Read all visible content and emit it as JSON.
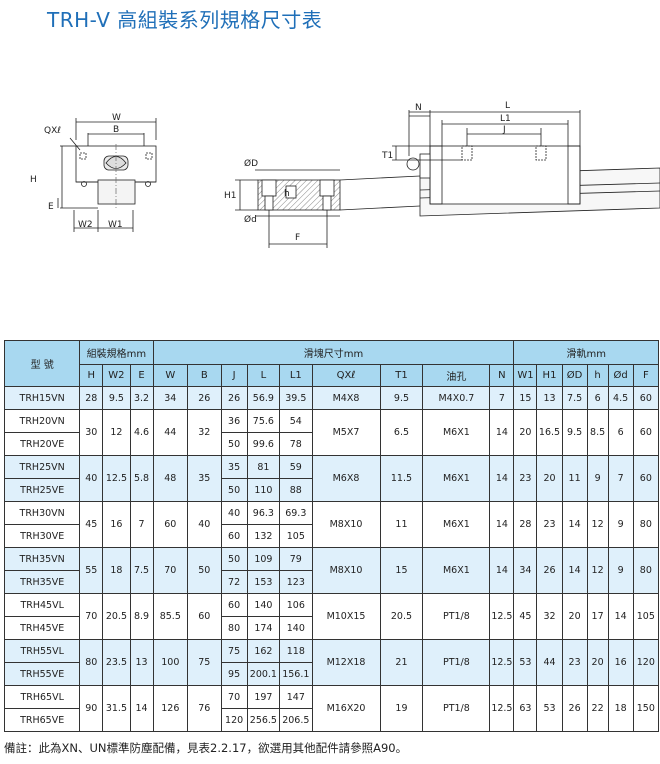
{
  "title": "TRH-V 高組裝系列規格尺寸表",
  "drawing_labels": {
    "W": "W",
    "B": "B",
    "QXl": "QXℓ",
    "H": "H",
    "E": "E",
    "W2": "W2",
    "W1": "W1",
    "OD": "ØD",
    "H1": "H1",
    "h": "h",
    "Od": "Ød",
    "F": "F",
    "N": "N",
    "L": "L",
    "L1": "L1",
    "J": "J",
    "T1": "T1"
  },
  "table": {
    "group_headers": {
      "model": "型  號",
      "assembly": "組裝規格mm",
      "block": "滑塊尺寸mm",
      "rail": "滑軌mm"
    },
    "columns": [
      "H",
      "W2",
      "E",
      "W",
      "B",
      "J",
      "L",
      "L1",
      "QXℓ",
      "T1",
      "油孔",
      "N",
      "W1",
      "H1",
      "ØD",
      "h",
      "Ød",
      "F"
    ],
    "groups": [
      {
        "models": [
          "TRH15VN"
        ],
        "H": "28",
        "W2": "9.5",
        "E": "3.2",
        "W": "34",
        "B": "26",
        "variants": [
          {
            "J": "26",
            "L": "56.9",
            "L1": "39.5"
          }
        ],
        "QX": "M4X8",
        "T1": "9.5",
        "oil": "M4X0.7",
        "N": "7",
        "W1": "15",
        "H1": "13",
        "D": "7.5",
        "h": "6",
        "d": "4.5",
        "F": "60",
        "shade": true
      },
      {
        "models": [
          "TRH20VN",
          "TRH20VE"
        ],
        "H": "30",
        "W2": "12",
        "E": "4.6",
        "W": "44",
        "B": "32",
        "variants": [
          {
            "J": "36",
            "L": "75.6",
            "L1": "54"
          },
          {
            "J": "50",
            "L": "99.6",
            "L1": "78"
          }
        ],
        "QX": "M5X7",
        "T1": "6.5",
        "oil": "M6X1",
        "N": "14",
        "W1": "20",
        "H1": "16.5",
        "D": "9.5",
        "h": "8.5",
        "d": "6",
        "F": "60",
        "shade": false
      },
      {
        "models": [
          "TRH25VN",
          "TRH25VE"
        ],
        "H": "40",
        "W2": "12.5",
        "E": "5.8",
        "W": "48",
        "B": "35",
        "variants": [
          {
            "J": "35",
            "L": "81",
            "L1": "59"
          },
          {
            "J": "50",
            "L": "110",
            "L1": "88"
          }
        ],
        "QX": "M6X8",
        "T1": "11.5",
        "oil": "M6X1",
        "N": "14",
        "W1": "23",
        "H1": "20",
        "D": "11",
        "h": "9",
        "d": "7",
        "F": "60",
        "shade": true
      },
      {
        "models": [
          "TRH30VN",
          "TRH30VE"
        ],
        "H": "45",
        "W2": "16",
        "E": "7",
        "W": "60",
        "B": "40",
        "variants": [
          {
            "J": "40",
            "L": "96.3",
            "L1": "69.3"
          },
          {
            "J": "60",
            "L": "132",
            "L1": "105"
          }
        ],
        "QX": "M8X10",
        "T1": "11",
        "oil": "M6X1",
        "N": "14",
        "W1": "28",
        "H1": "23",
        "D": "14",
        "h": "12",
        "d": "9",
        "F": "80",
        "shade": false
      },
      {
        "models": [
          "TRH35VN",
          "TRH35VE"
        ],
        "H": "55",
        "W2": "18",
        "E": "7.5",
        "W": "70",
        "B": "50",
        "variants": [
          {
            "J": "50",
            "L": "109",
            "L1": "79"
          },
          {
            "J": "72",
            "L": "153",
            "L1": "123"
          }
        ],
        "QX": "M8X10",
        "T1": "15",
        "oil": "M6X1",
        "N": "14",
        "W1": "34",
        "H1": "26",
        "D": "14",
        "h": "12",
        "d": "9",
        "F": "80",
        "shade": true
      },
      {
        "models": [
          "TRH45VL",
          "TRH45VE"
        ],
        "H": "70",
        "W2": "20.5",
        "E": "8.9",
        "W": "85.5",
        "B": "60",
        "variants": [
          {
            "J": "60",
            "L": "140",
            "L1": "106"
          },
          {
            "J": "80",
            "L": "174",
            "L1": "140"
          }
        ],
        "QX": "M10X15",
        "T1": "20.5",
        "oil": "PT1/8",
        "N": "12.5",
        "W1": "45",
        "H1": "32",
        "D": "20",
        "h": "17",
        "d": "14",
        "F": "105",
        "shade": false
      },
      {
        "models": [
          "TRH55VL",
          "TRH55VE"
        ],
        "H": "80",
        "W2": "23.5",
        "E": "13",
        "W": "100",
        "B": "75",
        "variants": [
          {
            "J": "75",
            "L": "162",
            "L1": "118"
          },
          {
            "J": "95",
            "L": "200.1",
            "L1": "156.1"
          }
        ],
        "QX": "M12X18",
        "T1": "21",
        "oil": "PT1/8",
        "N": "12.5",
        "W1": "53",
        "H1": "44",
        "D": "23",
        "h": "20",
        "d": "16",
        "F": "120",
        "shade": true
      },
      {
        "models": [
          "TRH65VL",
          "TRH65VE"
        ],
        "H": "90",
        "W2": "31.5",
        "E": "14",
        "W": "126",
        "B": "76",
        "variants": [
          {
            "J": "70",
            "L": "197",
            "L1": "147"
          },
          {
            "J": "120",
            "L": "256.5",
            "L1": "206.5"
          }
        ],
        "QX": "M16X20",
        "T1": "19",
        "oil": "PT1/8",
        "N": "12.5",
        "W1": "63",
        "H1": "53",
        "D": "26",
        "h": "22",
        "d": "18",
        "F": "150",
        "shade": false
      }
    ]
  },
  "footnote": "備註：此為XN、UN標準防塵配備，見表2.2.17，欲選用其他配件請參照A90。",
  "colors": {
    "title": "#1f6fb8",
    "header": "#a8d8f0",
    "shade_row": "#dff0fb"
  }
}
